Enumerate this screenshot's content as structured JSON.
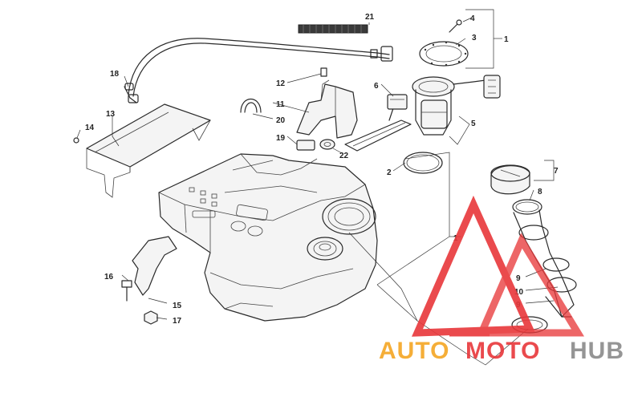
{
  "diagram": {
    "callouts": {
      "c1a": "1",
      "c1b": "1",
      "c2": "2",
      "c3": "3",
      "c4": "4",
      "c5": "5",
      "c6": "6",
      "c7": "7",
      "c8": "8",
      "c9a": "9",
      "c9b": "9",
      "c10": "10",
      "c11": "11",
      "c12": "12",
      "c13": "13",
      "c14": "14",
      "c15": "15",
      "c16": "16",
      "c17": "17",
      "c18": "18",
      "c19": "19",
      "c20": "20",
      "c21": "21",
      "c22": "22"
    }
  },
  "watermark": {
    "brand_auto": "AUTO",
    "brand_moto": "MOTO",
    "brand_hub": "HUB",
    "color_orange": "#f5a623",
    "color_red": "#e8373a",
    "color_gray": "#8a8a8a"
  }
}
